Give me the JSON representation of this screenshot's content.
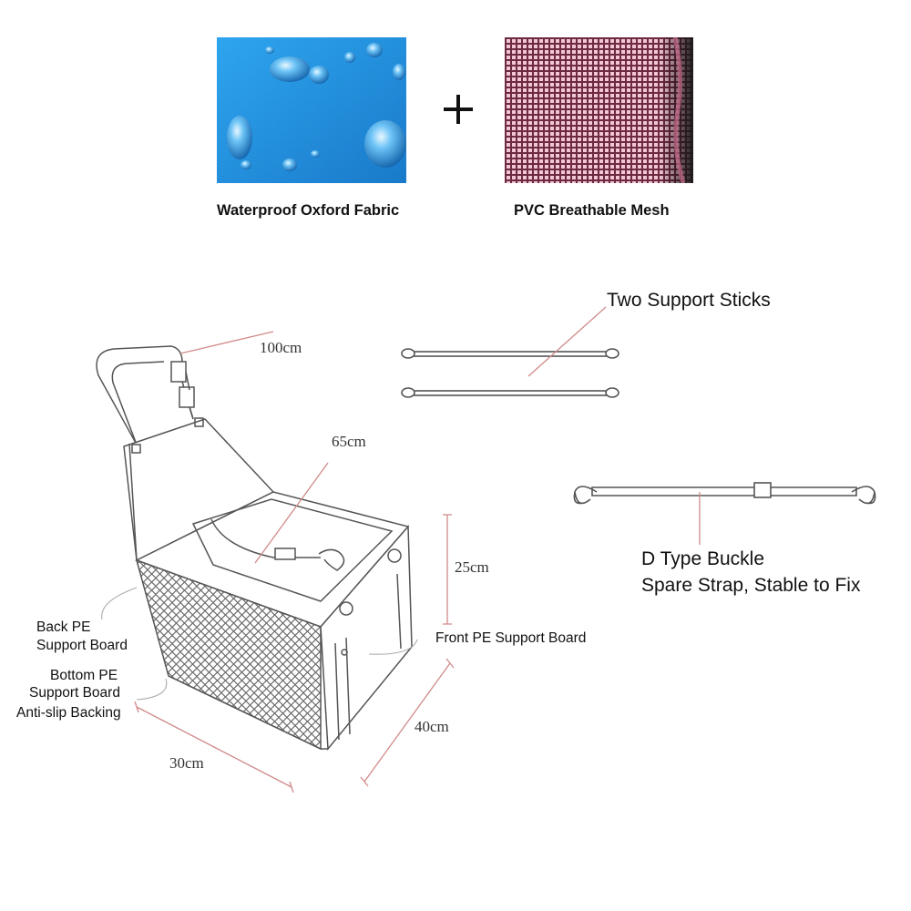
{
  "materials": [
    {
      "label": "Waterproof Oxford Fabric",
      "swatch": "blue-fabric-water-drops",
      "color": "#1c8fdc"
    },
    {
      "label": "PVC Breathable Mesh",
      "swatch": "pink-mesh-grid",
      "color": "#b55f7d"
    }
  ],
  "plus_symbol": "+",
  "dimensions": {
    "handle_strap": "100cm",
    "leash": "65cm",
    "height": "25cm",
    "depth": "40cm",
    "width": "30cm"
  },
  "callouts": {
    "support_sticks": "Two Support Sticks",
    "d_buckle_line1": "D Type Buckle",
    "d_buckle_line2": "Spare Strap, Stable to Fix",
    "front_board": "Front PE Support Board",
    "back_board_line1": "Back PE",
    "back_board_line2": "Support Board",
    "bottom_board_line1": "Bottom PE",
    "bottom_board_line2": "Support Board",
    "anti_slip": "Anti-slip Backing"
  },
  "colors": {
    "leader_line": "#d08a8a",
    "outline": "#555555"
  }
}
